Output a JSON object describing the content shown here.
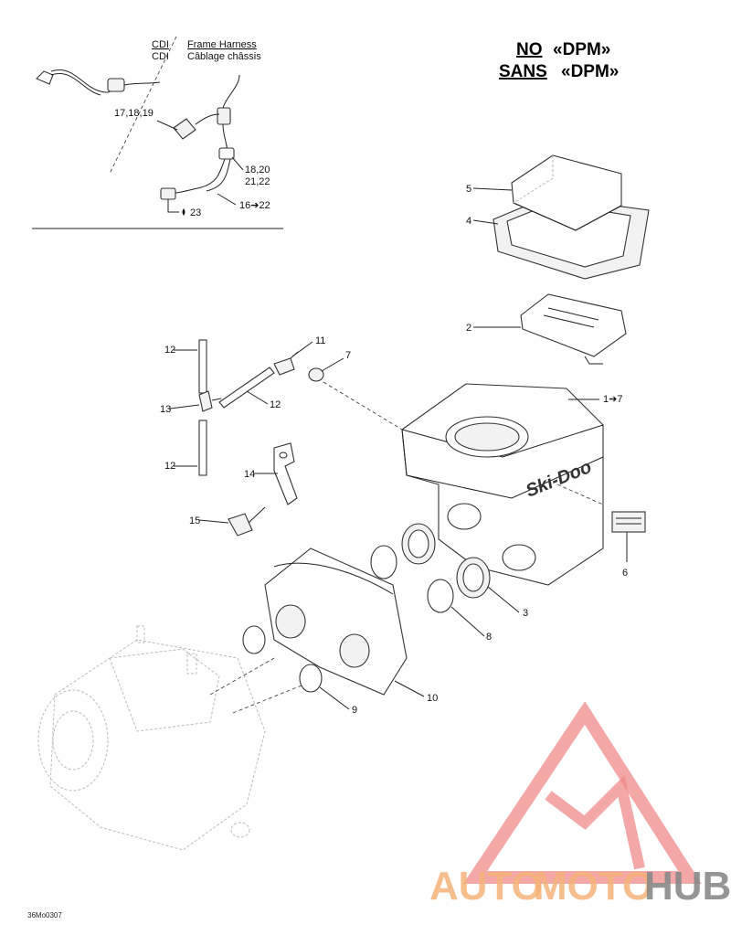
{
  "header": {
    "cdi_top": "CDI",
    "cdi_bottom": "CDI",
    "frame_harness_en": "Frame Harness",
    "frame_harness_fr": "Câblage châssis",
    "no_word": "NO",
    "no_dpm": "«DPM»",
    "sans_word": "SANS",
    "sans_dpm": "«DPM»"
  },
  "callouts": {
    "c17_18_19": "17,18,19",
    "c18_20": "18,20",
    "c21_22": "21,22",
    "c16_22": "16➔22",
    "c23": "23",
    "c5": "5",
    "c4": "4",
    "c2": "2",
    "c12a": "12",
    "c11": "11",
    "c7": "7",
    "c1_7": "1➔7",
    "c13": "13",
    "c12b": "12",
    "c12c": "12",
    "c14": "14",
    "c15": "15",
    "c6": "6",
    "c3": "3",
    "c8": "8",
    "c10": "10",
    "c9": "9"
  },
  "airbox_logo": "Ski-Doo",
  "drawing_code": "36Mo0307",
  "watermark": {
    "part1": "AUTO",
    "part2": "MOTO",
    "part3": "HUB",
    "colors": {
      "auto": "#f5b27a",
      "moto": "#f5b27a",
      "hub": "#8a8a8a",
      "triangle": "#f08a8a"
    }
  }
}
